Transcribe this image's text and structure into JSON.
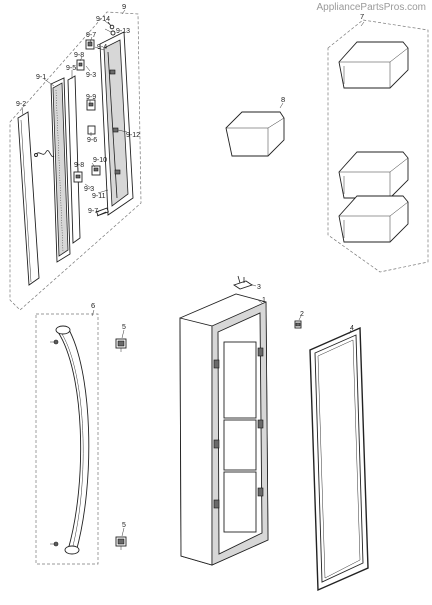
{
  "watermark": "AppliancePartsPros.com",
  "callouts": {
    "c9": "9",
    "c9_14": "9-14",
    "c9_13": "9-13",
    "c9_7a": "9-7",
    "c9_4": "9-4",
    "c9_1": "9-1",
    "c9_5": "9-5",
    "c9_8a": "9-8",
    "c9_3a": "9-3",
    "c9_2": "9-2",
    "c9_9": "9-9",
    "c9_12": "9-12",
    "c9_6": "9-6",
    "c9_10": "9-10",
    "c9_8b": "9-8",
    "c9_3b": "9-3",
    "c9_11": "9-11",
    "c9_7b": "9-7",
    "c7": "7",
    "c8": "8",
    "c3": "3",
    "c1": "1",
    "c2": "2",
    "c4": "4",
    "c6": "6",
    "c5a": "5",
    "c5b": "5"
  }
}
